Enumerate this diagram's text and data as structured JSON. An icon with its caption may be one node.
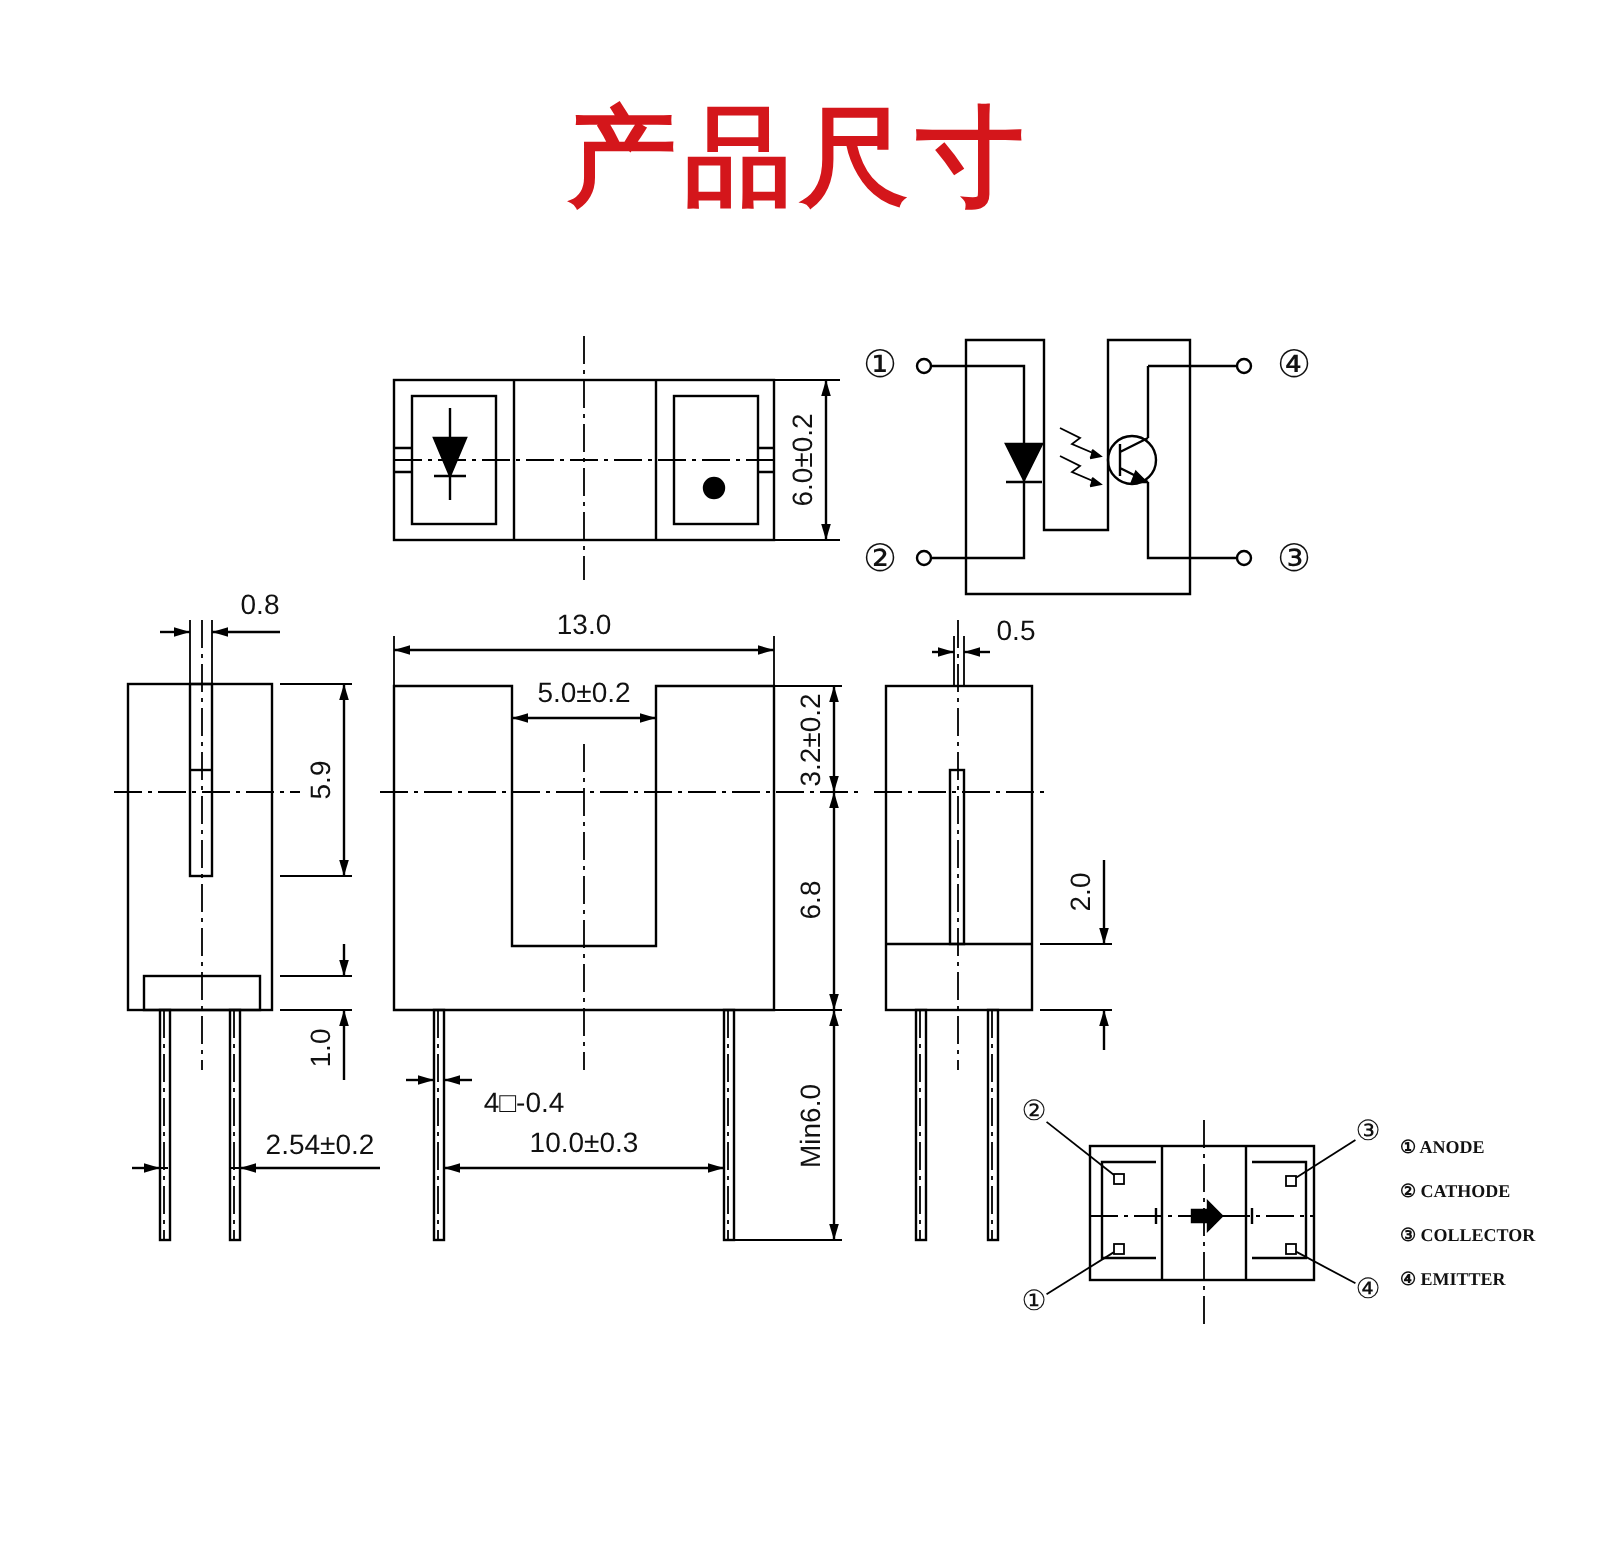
{
  "diagram": {
    "title": "产品尺寸",
    "nodes": [
      {
        "text": [
          "②"
        ]
      },
      {
        "text": [],
        "shape": "box"
      },
      {
        "text": [
          "①"
        ]
      },
      {
        "text": [],
        "shape": "box"
      },
      {
        "text": [
          "③"
        ]
      },
      {
        "text": [],
        "shape": "box"
      },
      {
        "text": [
          "④"
        ]
      },
      {
        "text": [],
        "shape": "box"
      }
    ],
    "edges": [
      {
        "from": 0,
        "to": 1,
        "arrow": "none"
      },
      {
        "from": 2,
        "to": 3,
        "arrow": "none"
      },
      {
        "from": 4,
        "to": 5,
        "arrow": "none"
      },
      {
        "from": 6,
        "to": 7,
        "arrow": "none"
      }
    ],
    "labels": [
      "①",
      "④",
      "6.0±0.2",
      "②",
      "③",
      "0.8",
      "13.0",
      "0.5",
      "5.0±0.2",
      "3.2±0.2",
      "5.9",
      "6.8",
      "2.0",
      "1.0",
      "4□-0.4",
      "2.54±0.2",
      "10.0±0.3",
      "Min6.0",
      "① ANODE",
      "② CATHODE",
      "③ COLLECTOR",
      "④ EMITTER"
    ]
  }
}
